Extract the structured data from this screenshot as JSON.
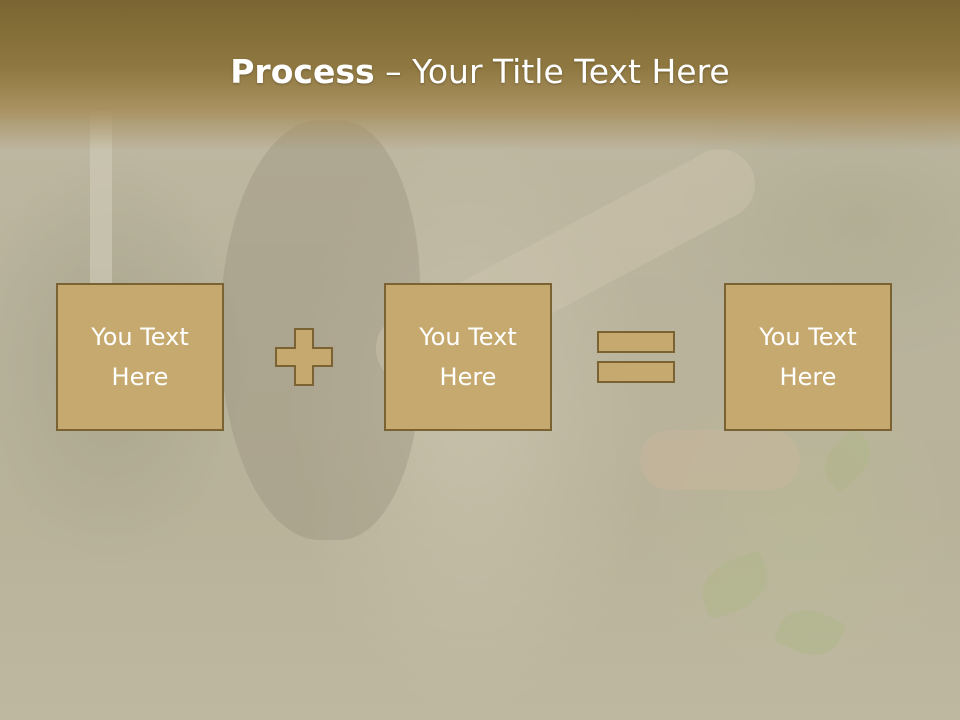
{
  "slide": {
    "title_bold": "Process",
    "title_dash": " – ",
    "title_rest": "Your Title Text Here"
  },
  "boxes": [
    {
      "text": "You Text\nHere"
    },
    {
      "text": "You Text\nHere"
    },
    {
      "text": "You Text\nHere"
    }
  ],
  "operators": [
    "plus-icon",
    "equals-icon"
  ],
  "colors": {
    "title_band": "#8f7840",
    "box_fill": "#c6a96e",
    "box_border": "#7a6232",
    "text": "#ffffff"
  }
}
